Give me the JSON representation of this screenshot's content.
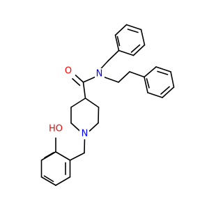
{
  "molecule": {
    "colors": {
      "bond": "#000000",
      "O": "#ff0000",
      "N": "#0000ff",
      "background": "#ffffff"
    },
    "atoms": [
      {
        "id": "O_carbonyl",
        "label": "O",
        "element": "O"
      },
      {
        "id": "N_amide",
        "label": "N",
        "element": "N"
      },
      {
        "id": "N_piperidine",
        "label": "N",
        "element": "N"
      },
      {
        "id": "OH",
        "label": "HO",
        "element": "O"
      }
    ]
  }
}
